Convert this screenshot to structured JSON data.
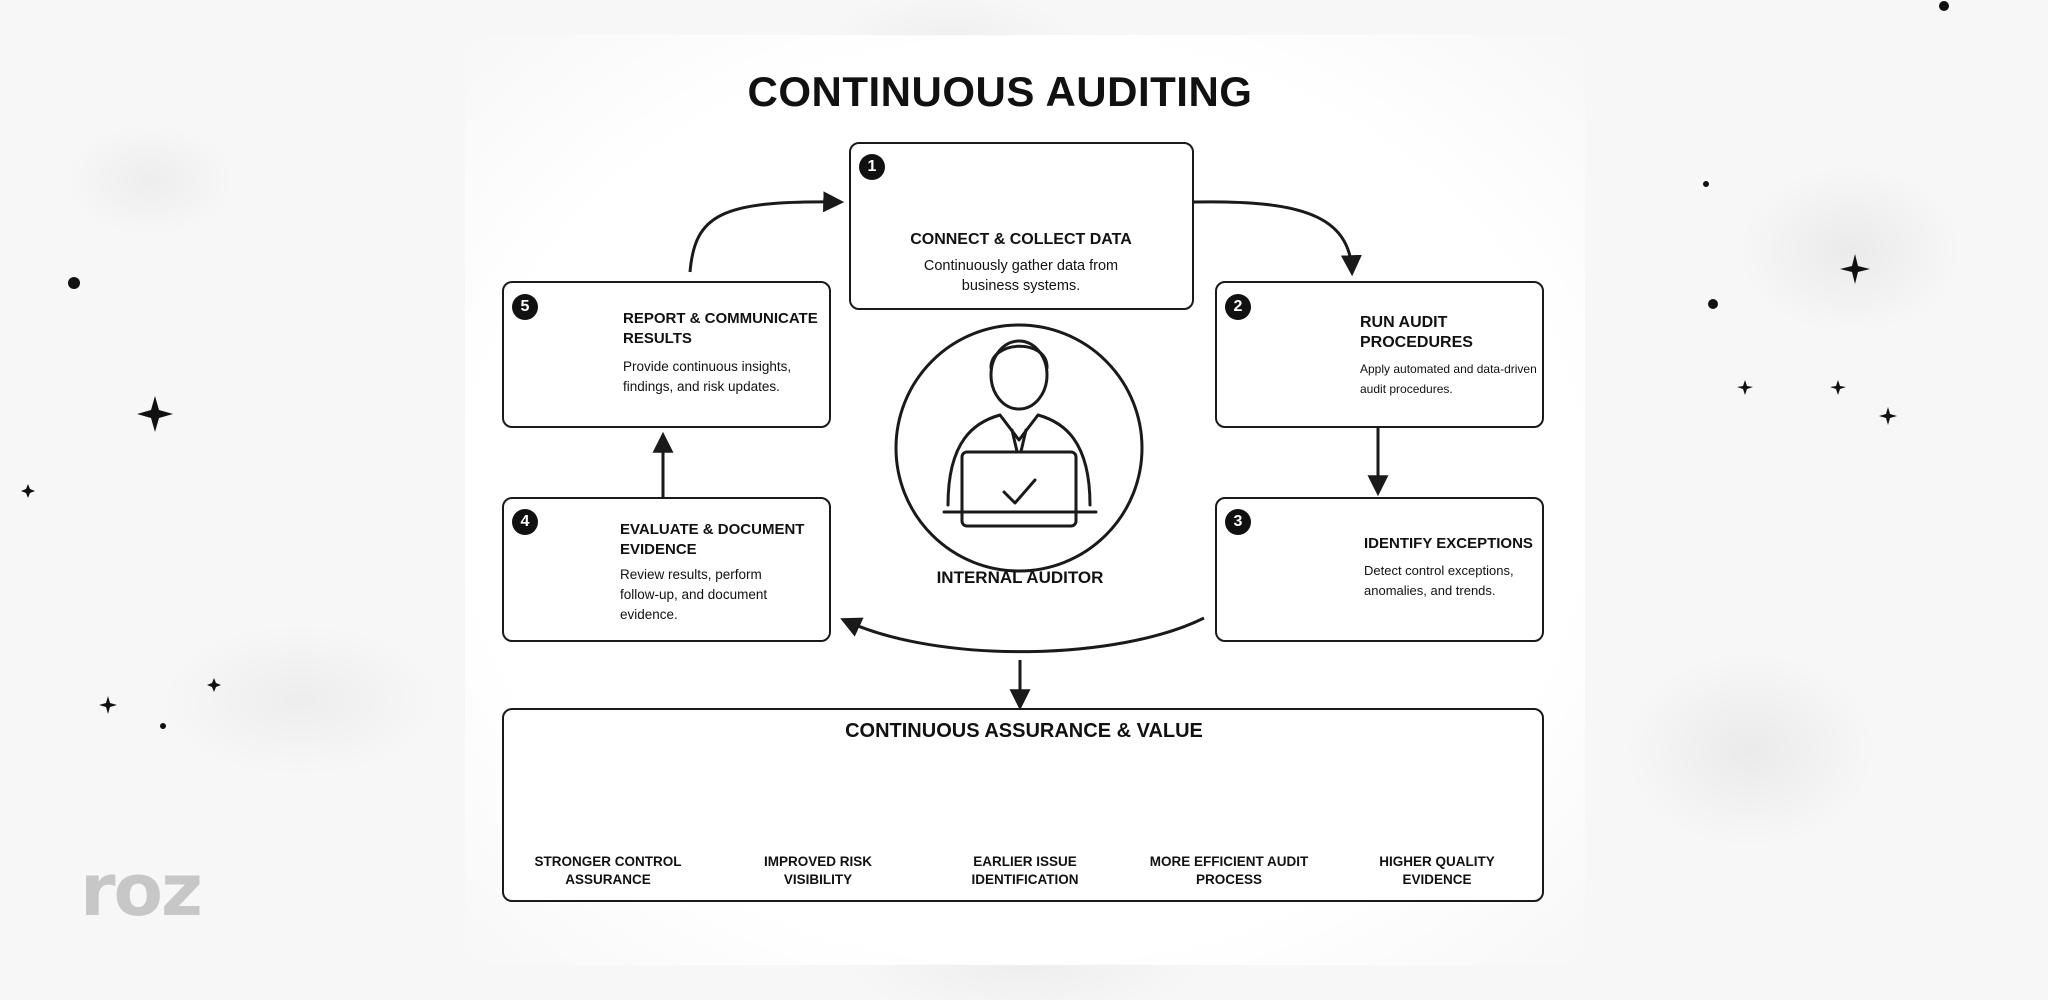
{
  "title": "CONTINUOUS AUDITING",
  "center": {
    "label": "INTERNAL AUDITOR"
  },
  "steps": [
    {
      "number": "1",
      "title": "CONNECT & COLLECT DATA",
      "desc": "Continuously gather data from business systems."
    },
    {
      "number": "2",
      "title": "RUN AUDIT PROCEDURES",
      "desc": "Apply automated and data-driven audit procedures."
    },
    {
      "number": "3",
      "title": "IDENTIFY EXCEPTIONS",
      "desc": "Detect control exceptions, anomalies, and trends."
    },
    {
      "number": "4",
      "title": "EVALUATE & DOCUMENT EVIDENCE",
      "desc": "Review results, perform follow-up, and document evidence."
    },
    {
      "number": "5",
      "title": "REPORT & COMMUNICATE RESULTS",
      "desc": "Provide continuous insights, findings, and risk updates."
    }
  ],
  "outcome": {
    "title": "CONTINUOUS ASSURANCE & VALUE",
    "benefits": [
      {
        "label": "STRONGER CONTROL ASSURANCE",
        "icon": "shield-check-icon"
      },
      {
        "label": "IMPROVED RISK VISIBILITY",
        "icon": "chart-magnifier-icon"
      },
      {
        "label": "EARLIER ISSUE IDENTIFICATION",
        "icon": "clock-icon"
      },
      {
        "label": "MORE EFFICIENT AUDIT PROCESS",
        "icon": "checklist-icon"
      },
      {
        "label": "HIGHER QUALITY EVIDENCE",
        "icon": "certificate-icon"
      }
    ]
  },
  "brand": {
    "logo_text": "roz"
  },
  "colors": {
    "ink": "#111111",
    "background": "#f7f7f7",
    "logo": "#c7c7c7"
  }
}
